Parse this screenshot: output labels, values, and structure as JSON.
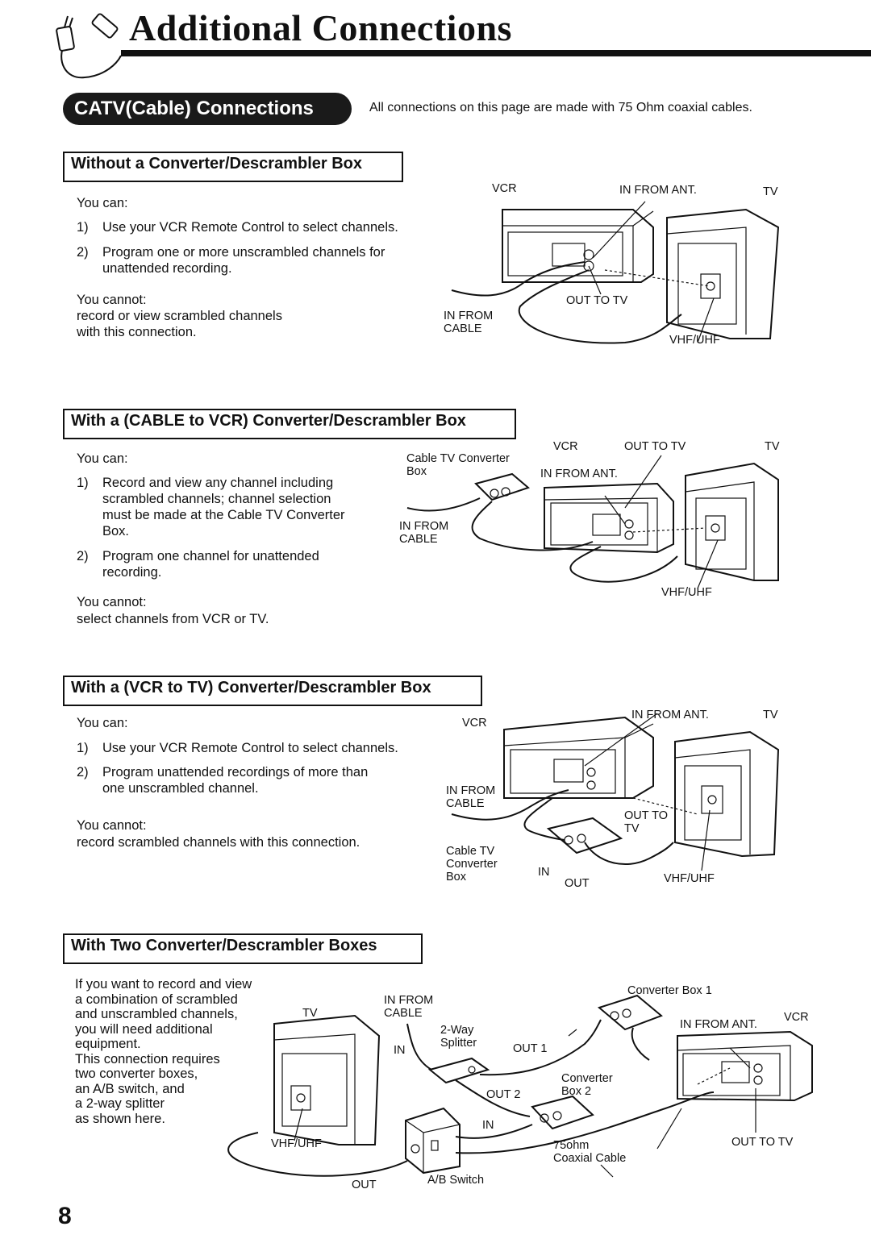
{
  "header": {
    "title": "Additional Connections",
    "section_pill": "CATV(Cable) Connections",
    "intro": "All connections on this page are made with 75 Ohm coaxial cables."
  },
  "sec1": {
    "heading": "Without a Converter/Descrambler Box",
    "you_can": "You can:",
    "items": [
      {
        "num": "1)",
        "text": "Use your VCR Remote Control to select channels."
      },
      {
        "num": "2)",
        "text": "Program one or more unscrambled channels for\nunattended recording."
      }
    ],
    "you_cannot": "You cannot:",
    "cannot_text": "record or view scrambled channels\nwith this connection.",
    "labels": {
      "vcr": "VCR",
      "in_from_ant": "IN FROM ANT.",
      "tv": "TV",
      "out_to_tv": "OUT TO TV",
      "in_from_cable": "IN FROM\nCABLE",
      "vhf_uhf": "VHF/UHF"
    }
  },
  "sec2": {
    "heading": "With a (CABLE to VCR) Converter/Descrambler Box",
    "you_can": "You can:",
    "items": [
      {
        "num": "1)",
        "text": "Record and view any channel including\nscrambled channels; channel selection\nmust be made at the Cable TV Converter\nBox."
      },
      {
        "num": "2)",
        "text": "Program one channel for unattended\nrecording."
      }
    ],
    "you_cannot": "You cannot:",
    "cannot_text": "select channels from VCR or TV.",
    "labels": {
      "cable_tv_converter_box": "Cable TV Converter\nBox",
      "vcr": "VCR",
      "out_to_tv": "OUT TO TV",
      "tv": "TV",
      "in_from_ant": "IN FROM ANT.",
      "in_from_cable": "IN FROM\nCABLE",
      "vhf_uhf": "VHF/UHF"
    }
  },
  "sec3": {
    "heading": "With a (VCR to TV) Converter/Descrambler Box",
    "you_can": "You can:",
    "items": [
      {
        "num": "1)",
        "text": "Use your VCR Remote Control to select channels."
      },
      {
        "num": "2)",
        "text": "Program unattended recordings of more than\none unscrambled channel."
      }
    ],
    "you_cannot": "You cannot:",
    "cannot_text": "record scrambled channels with this connection.",
    "labels": {
      "vcr": "VCR",
      "in_from_ant": "IN FROM ANT.",
      "tv": "TV",
      "in_from_cable": "IN FROM\nCABLE",
      "out_to_tv": "OUT TO\nTV",
      "cable_tv_converter_box": "Cable TV\nConverter\nBox",
      "in": "IN",
      "out": "OUT",
      "vhf_uhf": "VHF/UHF"
    }
  },
  "sec4": {
    "heading": "With Two Converter/Descrambler Boxes",
    "text": "If you want to record and view\na combination of scrambled\nand unscrambled channels,\nyou will need additional\nequipment.\nThis connection requires\ntwo converter boxes,\nan A/B switch, and\na 2-way splitter\nas shown here.",
    "labels": {
      "tv": "TV",
      "in_from_cable": "IN FROM\nCABLE",
      "two_way_splitter": "2-Way\nSplitter",
      "in_1": "IN",
      "out_1": "OUT 1",
      "converter_box_1": "Converter Box 1",
      "in_from_ant": "IN FROM ANT.",
      "vcr": "VCR",
      "converter_box_2": "Converter\nBox 2",
      "out_2": "OUT 2",
      "in_2": "IN",
      "coax": "75ohm\nCoaxial Cable",
      "out_to_tv": "OUT TO TV",
      "vhf_uhf": "VHF/UHF",
      "out_3": "OUT",
      "ab_switch": "A/B Switch"
    }
  },
  "page_number": "8"
}
